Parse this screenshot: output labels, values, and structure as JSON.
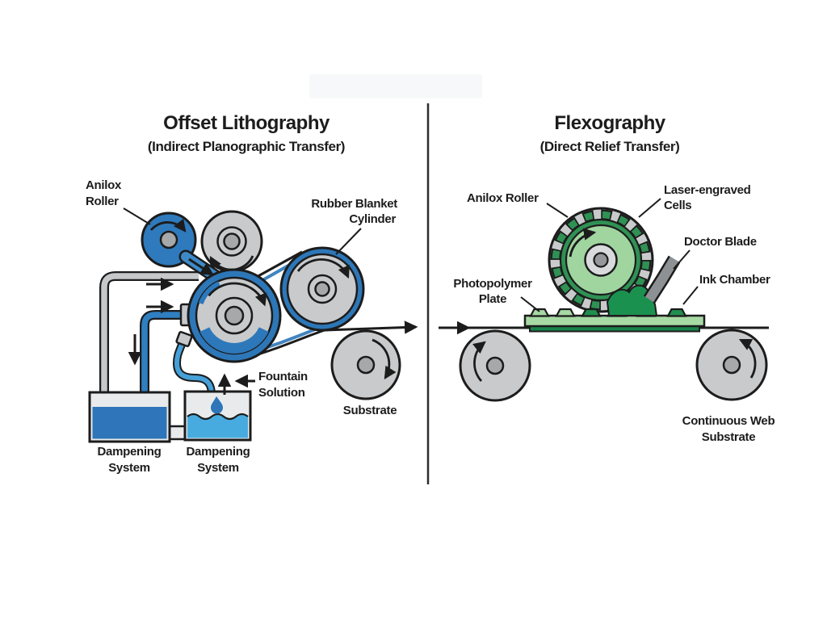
{
  "diagram": {
    "left": {
      "title": "Offset Lithography",
      "subtitle": "(Indirect Planographic Transfer)",
      "labels": {
        "anilox_1": "Anilox",
        "anilox_2": "Roller",
        "rubber_1": "Rubber Blanket",
        "rubber_2": "Cylinder",
        "fountain_1": "Fountain",
        "fountain_2": "Solution",
        "substrate": "Substrate",
        "damp_left_1": "Dampening",
        "damp_left_2": "System",
        "damp_right_1": "Dampening",
        "damp_right_2": "System"
      }
    },
    "right": {
      "title": "Flexography",
      "subtitle": "(Direct Relief Transfer)",
      "labels": {
        "anilox": "Anilox Roller",
        "laser_1": "Laser-engraved",
        "laser_2": "Cells",
        "doctor": "Doctor Blade",
        "ink": "Ink Chamber",
        "photo_1": "Photopolymer",
        "photo_2": "Plate",
        "web_1": "Continuous Web",
        "web_2": "Substrate"
      }
    },
    "colors": {
      "blue": "#2e7abc",
      "blue_ring": "#2d77b8",
      "blue_pipe": "#3d89c8",
      "blue_light": "#47abdf",
      "green": "#2f9154",
      "green_light": "#a0d5a0",
      "green_ink": "#1b9150",
      "green_plate": "#a7d9a4",
      "green_strip": "#17824a",
      "gray_roller": "#c9cacc",
      "gray_hub": "#a6a8aa",
      "gray_blade": "#8e9194",
      "tank_body": "#e8eaeb",
      "outline": "#1c1c1c"
    }
  }
}
